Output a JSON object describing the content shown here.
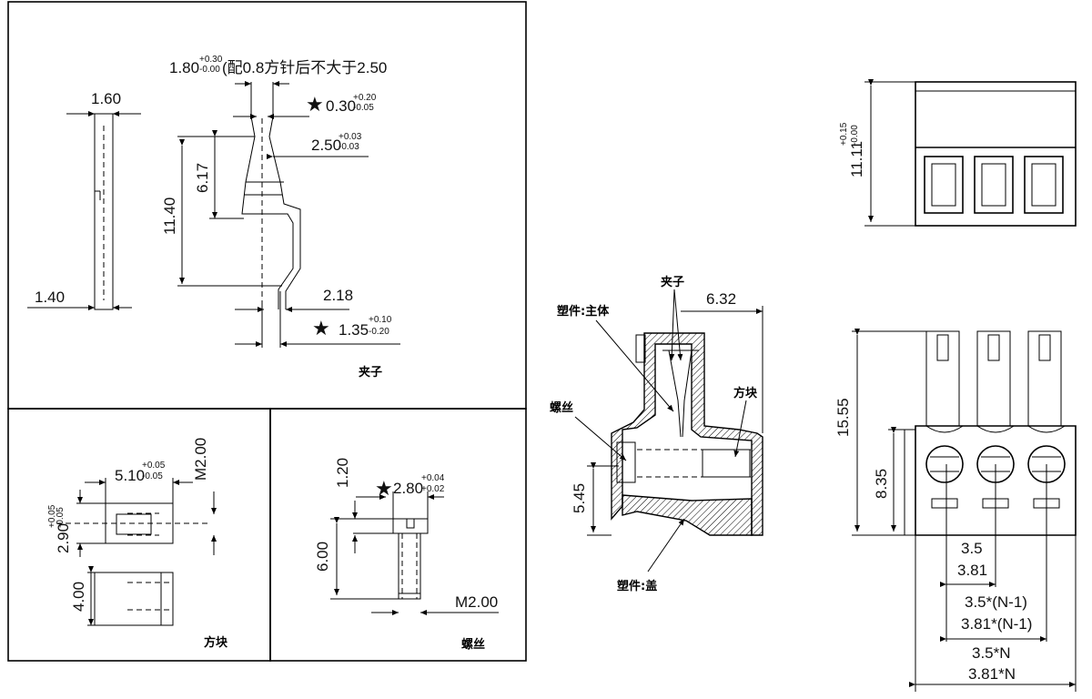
{
  "clip": {
    "title": "夹子",
    "dim_top": "1.80",
    "dim_top_tol_up": "+0.30",
    "dim_top_tol_dn": "-0.00",
    "dim_top_note": "(配0.8方针后不大于2.50",
    "dim_thickness": "0.30",
    "dim_thickness_tol_up": "+0.20",
    "dim_thickness_tol_dn": "-0.05",
    "dim_width": "2.50",
    "dim_width_tol_up": "+0.03",
    "dim_width_tol_dn": "-0.03",
    "dim_side_top": "1.60",
    "dim_side_bottom": "1.40",
    "dim_height": "11.40",
    "dim_mid": "6.17",
    "dim_218": "2.18",
    "dim_135": "1.35",
    "dim_135_tol_up": "+0.10",
    "dim_135_tol_dn": "-0.20",
    "star": "★"
  },
  "block": {
    "title": "方块",
    "dim_w": "5.10",
    "dim_w_tol_up": "+0.05",
    "dim_w_tol_dn": "-0.05",
    "dim_thread": "M2.00",
    "dim_h": "2.90",
    "dim_h_tol_up": "+0.05",
    "dim_h_tol_dn": "-0.05",
    "dim_depth": "4.00"
  },
  "screw": {
    "title": "螺丝",
    "dim_head": "1.20",
    "dim_dia": "2.80",
    "dim_dia_tol_up": "+0.04",
    "dim_dia_tol_dn": "+0.02",
    "dim_len": "6.00",
    "dim_thread": "M2.00",
    "star": "★"
  },
  "section": {
    "label_clip": "夹子",
    "label_body": "塑件:主体",
    "label_screw": "螺丝",
    "label_block": "方块",
    "label_cover": "塑件:盖",
    "dim_width": "6.32",
    "dim_height": "5.45"
  },
  "top_view": {
    "dim_h": "11.11",
    "dim_h_tol_up": "+0.15",
    "dim_h_tol_dn": "-0.00"
  },
  "front_view": {
    "dim_total_h": "15.55",
    "dim_body_h": "8.35",
    "pitch_1": "3.5",
    "pitch_2": "3.81",
    "pitch_n1_a": "3.5*(N-1)",
    "pitch_n1_b": "3.81*(N-1)",
    "pitch_n_a": "3.5*N",
    "pitch_n_b": "3.81*N"
  }
}
